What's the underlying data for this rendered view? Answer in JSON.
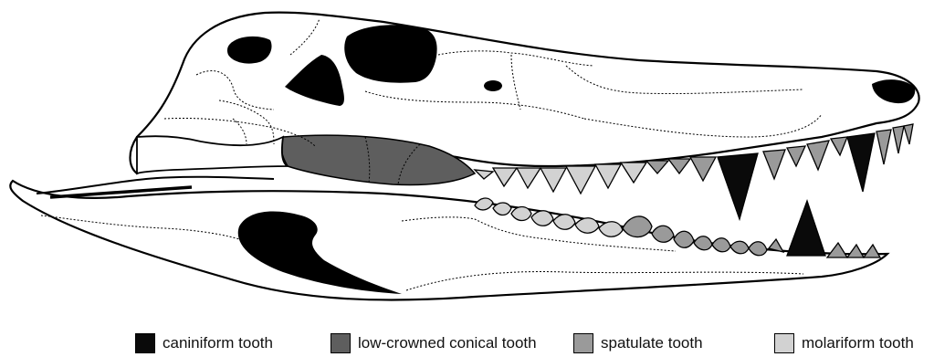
{
  "figure": {
    "tooth_categories": [
      {
        "key": "caniniform",
        "label": "caniniform tooth",
        "color": "#0a0a0a"
      },
      {
        "key": "conical",
        "label": "low-crowned conical tooth",
        "color": "#5e5e5e"
      },
      {
        "key": "spatulate",
        "label": "spatulate tooth",
        "color": "#9a9a9a"
      },
      {
        "key": "molariform",
        "label": "molariform tooth",
        "color": "#d2d2d2"
      }
    ],
    "bone_color": "#ffffff",
    "outline_color": "#000000",
    "fenestra_color": "#000000"
  }
}
